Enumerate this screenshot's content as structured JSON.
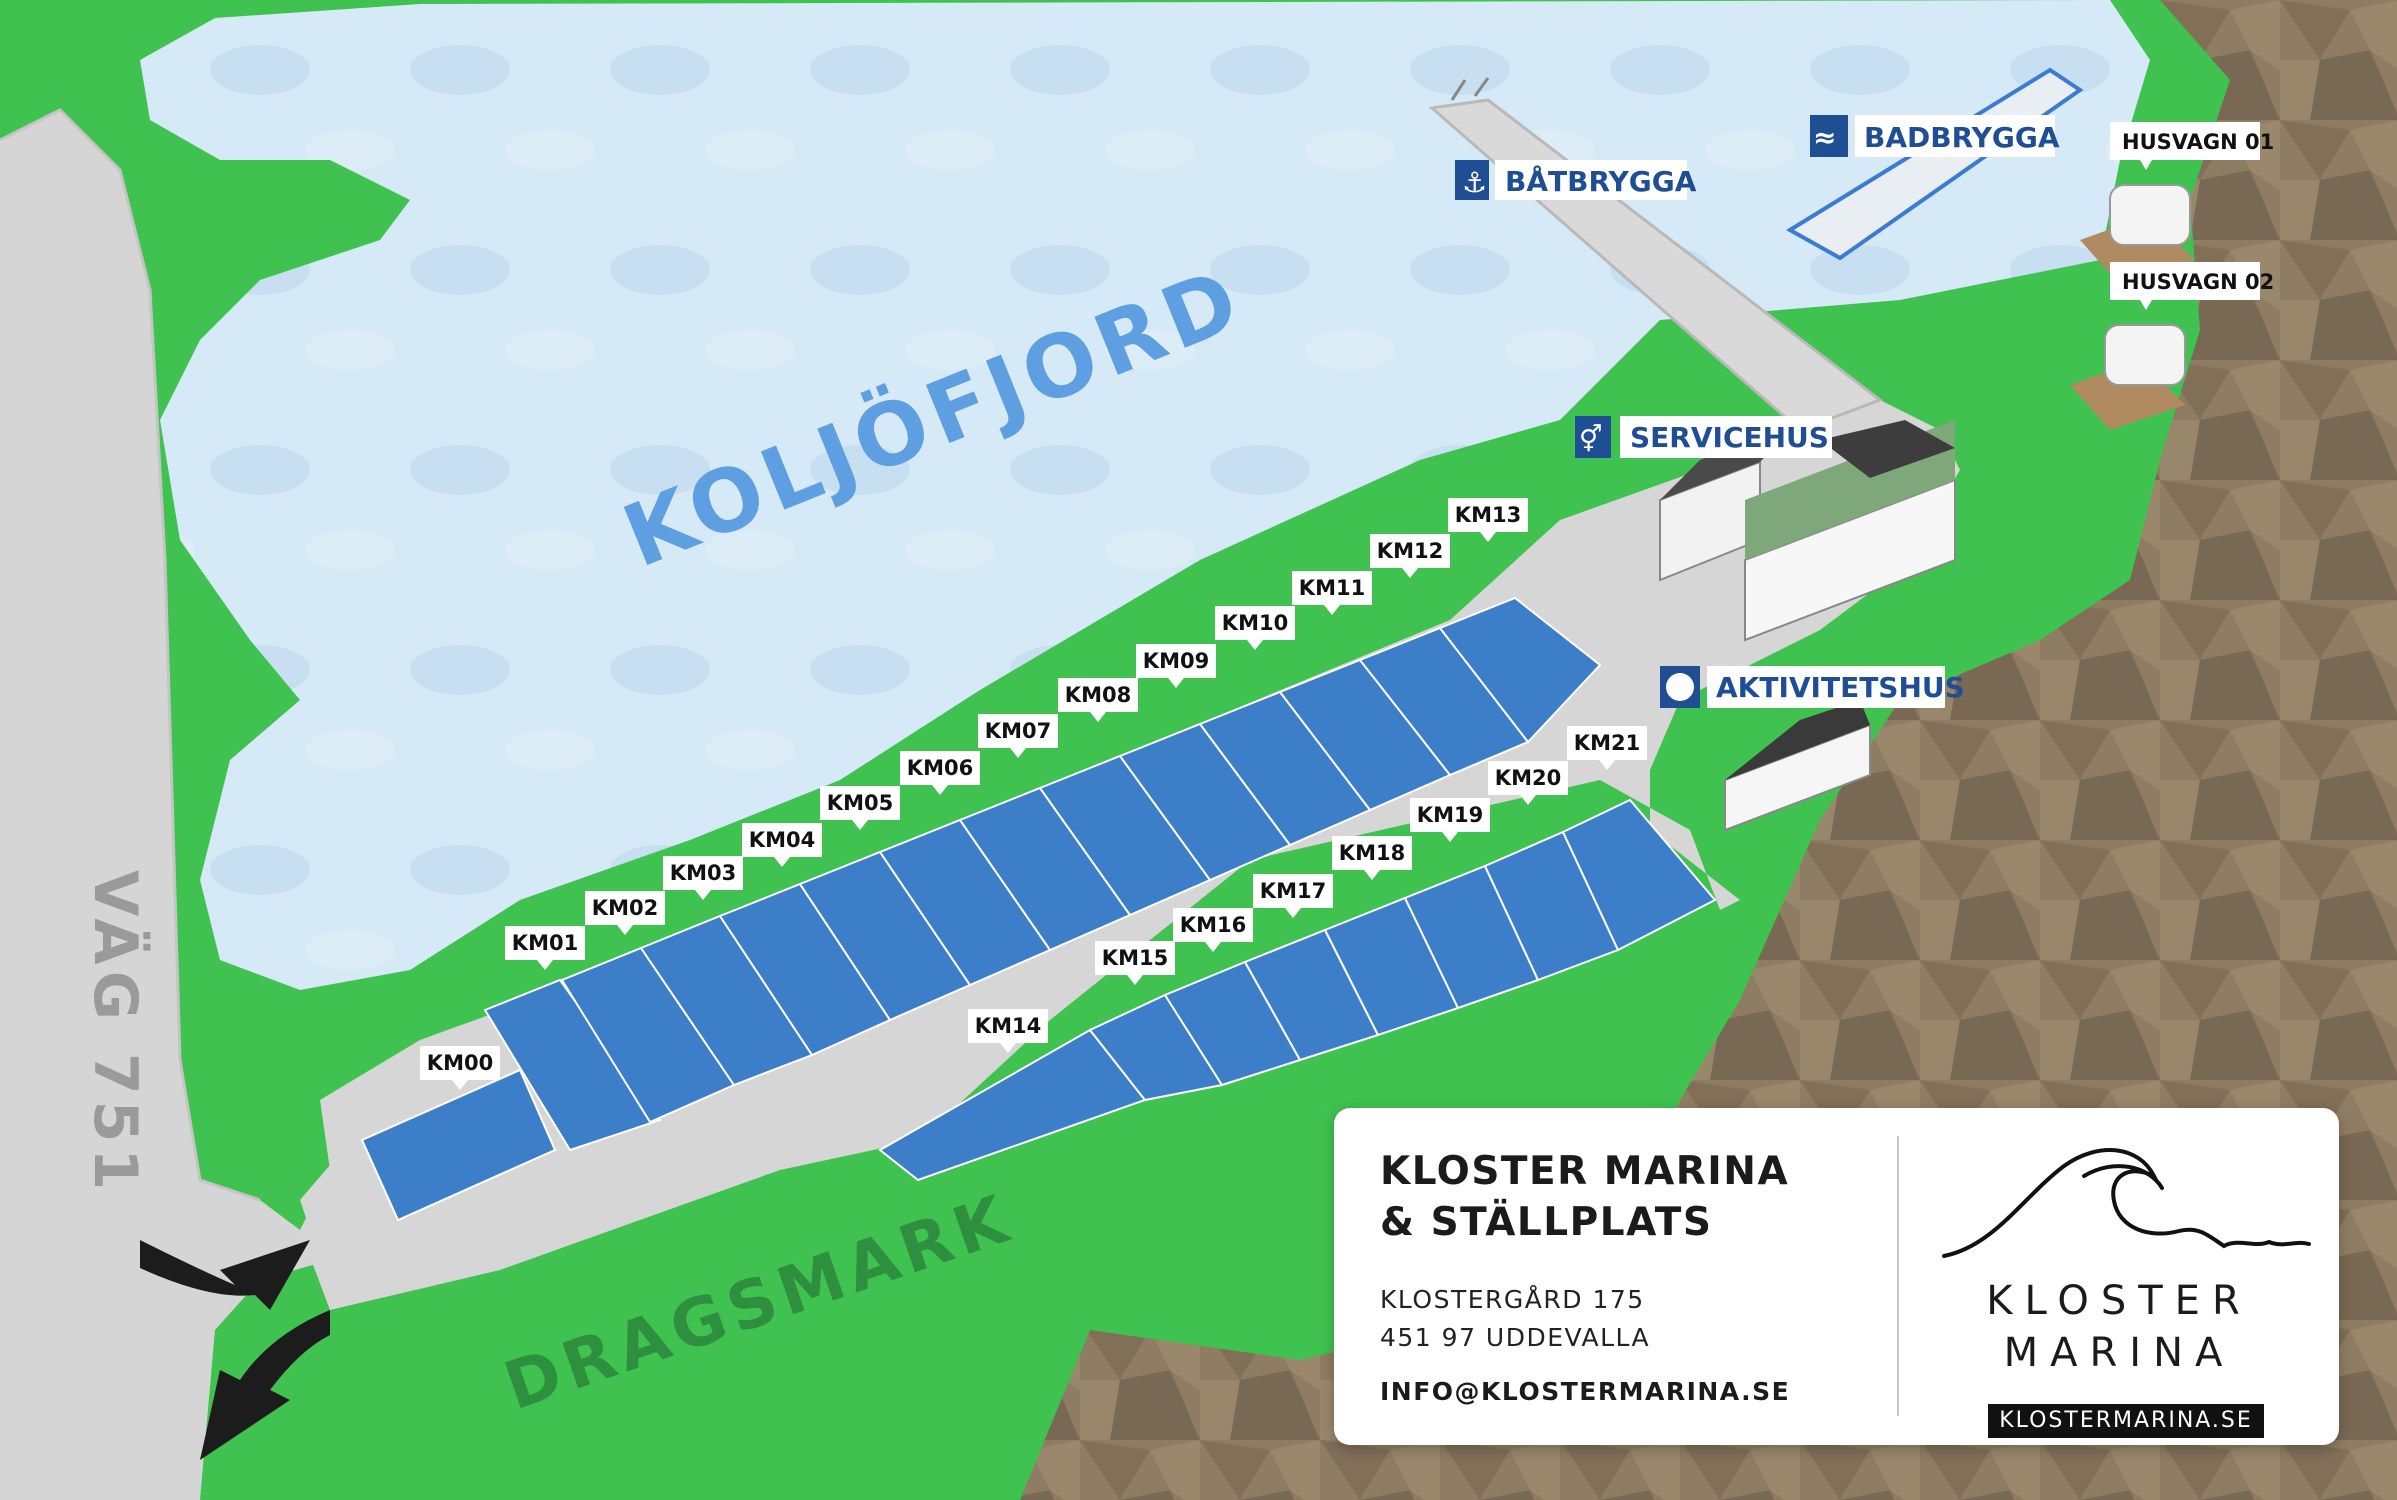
{
  "map": {
    "water_name": "KOLJÖFJORD",
    "road_name": "VÄG 751",
    "land_name": "DRAGSMARK"
  },
  "slips": {
    "upper_row": [
      "KM00",
      "KM01",
      "KM02",
      "KM03",
      "KM04",
      "KM05",
      "KM06",
      "KM07",
      "KM08",
      "KM09",
      "KM10",
      "KM11",
      "KM12",
      "KM13"
    ],
    "lower_row": [
      "KM14",
      "KM15",
      "KM16",
      "KM17",
      "KM18",
      "KM19",
      "KM20",
      "KM21"
    ]
  },
  "poi": {
    "batbrygga": "BÅTBRYGGA",
    "badbrygga": "BADBRYGGA",
    "servicehus": "SERVICEHUS",
    "aktivitetshus": "AKTIVITETSHUS",
    "husvagn_01": "HUSVAGN 01",
    "husvagn_02": "HUSVAGN 02"
  },
  "info": {
    "title": "KLOSTER MARINA\n& STÄLLPLATS",
    "address_line1": "KLOSTERGÅRD 175",
    "address_line2": "451 97 UDDEVALLA",
    "email": "INFO@KLOSTERMARINA.SE"
  },
  "logo": {
    "name_line1": "KLOSTER",
    "name_line2": "MARINA",
    "url": "KLOSTERMARINA.SE"
  },
  "colors": {
    "water": "#cfe5f4",
    "grass": "#3fc24f",
    "rock": "#8d7b62",
    "pavement": "#d8d8d8",
    "slip": "#3d7ec9",
    "poi_blue": "#1f4e95"
  },
  "icons": [
    "anchor-icon",
    "swim-icon",
    "restroom-icon",
    "tennis-ball-icon",
    "caravan-icon",
    "arrow-icon"
  ]
}
